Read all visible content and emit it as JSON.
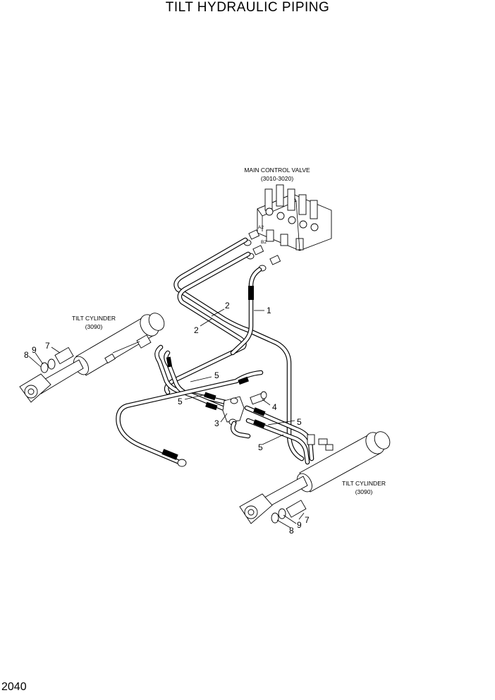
{
  "title": "TILT HYDRAULIC PIPING",
  "page_number": "2040",
  "callouts": {
    "main_control_valve": {
      "name": "MAIN CONTROL VALVE",
      "ref": "(3010-3020)"
    },
    "tilt_cylinder_left": {
      "name": "TILT CYLINDER",
      "ref": "(3090)"
    },
    "tilt_cylinder_right": {
      "name": "TILT CYLINDER",
      "ref": "(3090)"
    }
  },
  "ports": {
    "a2": "A2",
    "b2": "B2"
  },
  "item_labels": {
    "hose_1": "1",
    "hose_2_upper": "2",
    "hose_2_lower": "2",
    "tee_3": "3",
    "fitting_4": "4",
    "hose_5_left_upper": "5",
    "hose_5_left_lower": "5",
    "hose_5_right_upper": "5",
    "hose_5_right_lower": "5",
    "bushing_7_left": "7",
    "ring_8_left": "8",
    "ring_9_left": "9",
    "bushing_7_right": "7",
    "ring_8_right": "8",
    "ring_9_right": "9"
  }
}
